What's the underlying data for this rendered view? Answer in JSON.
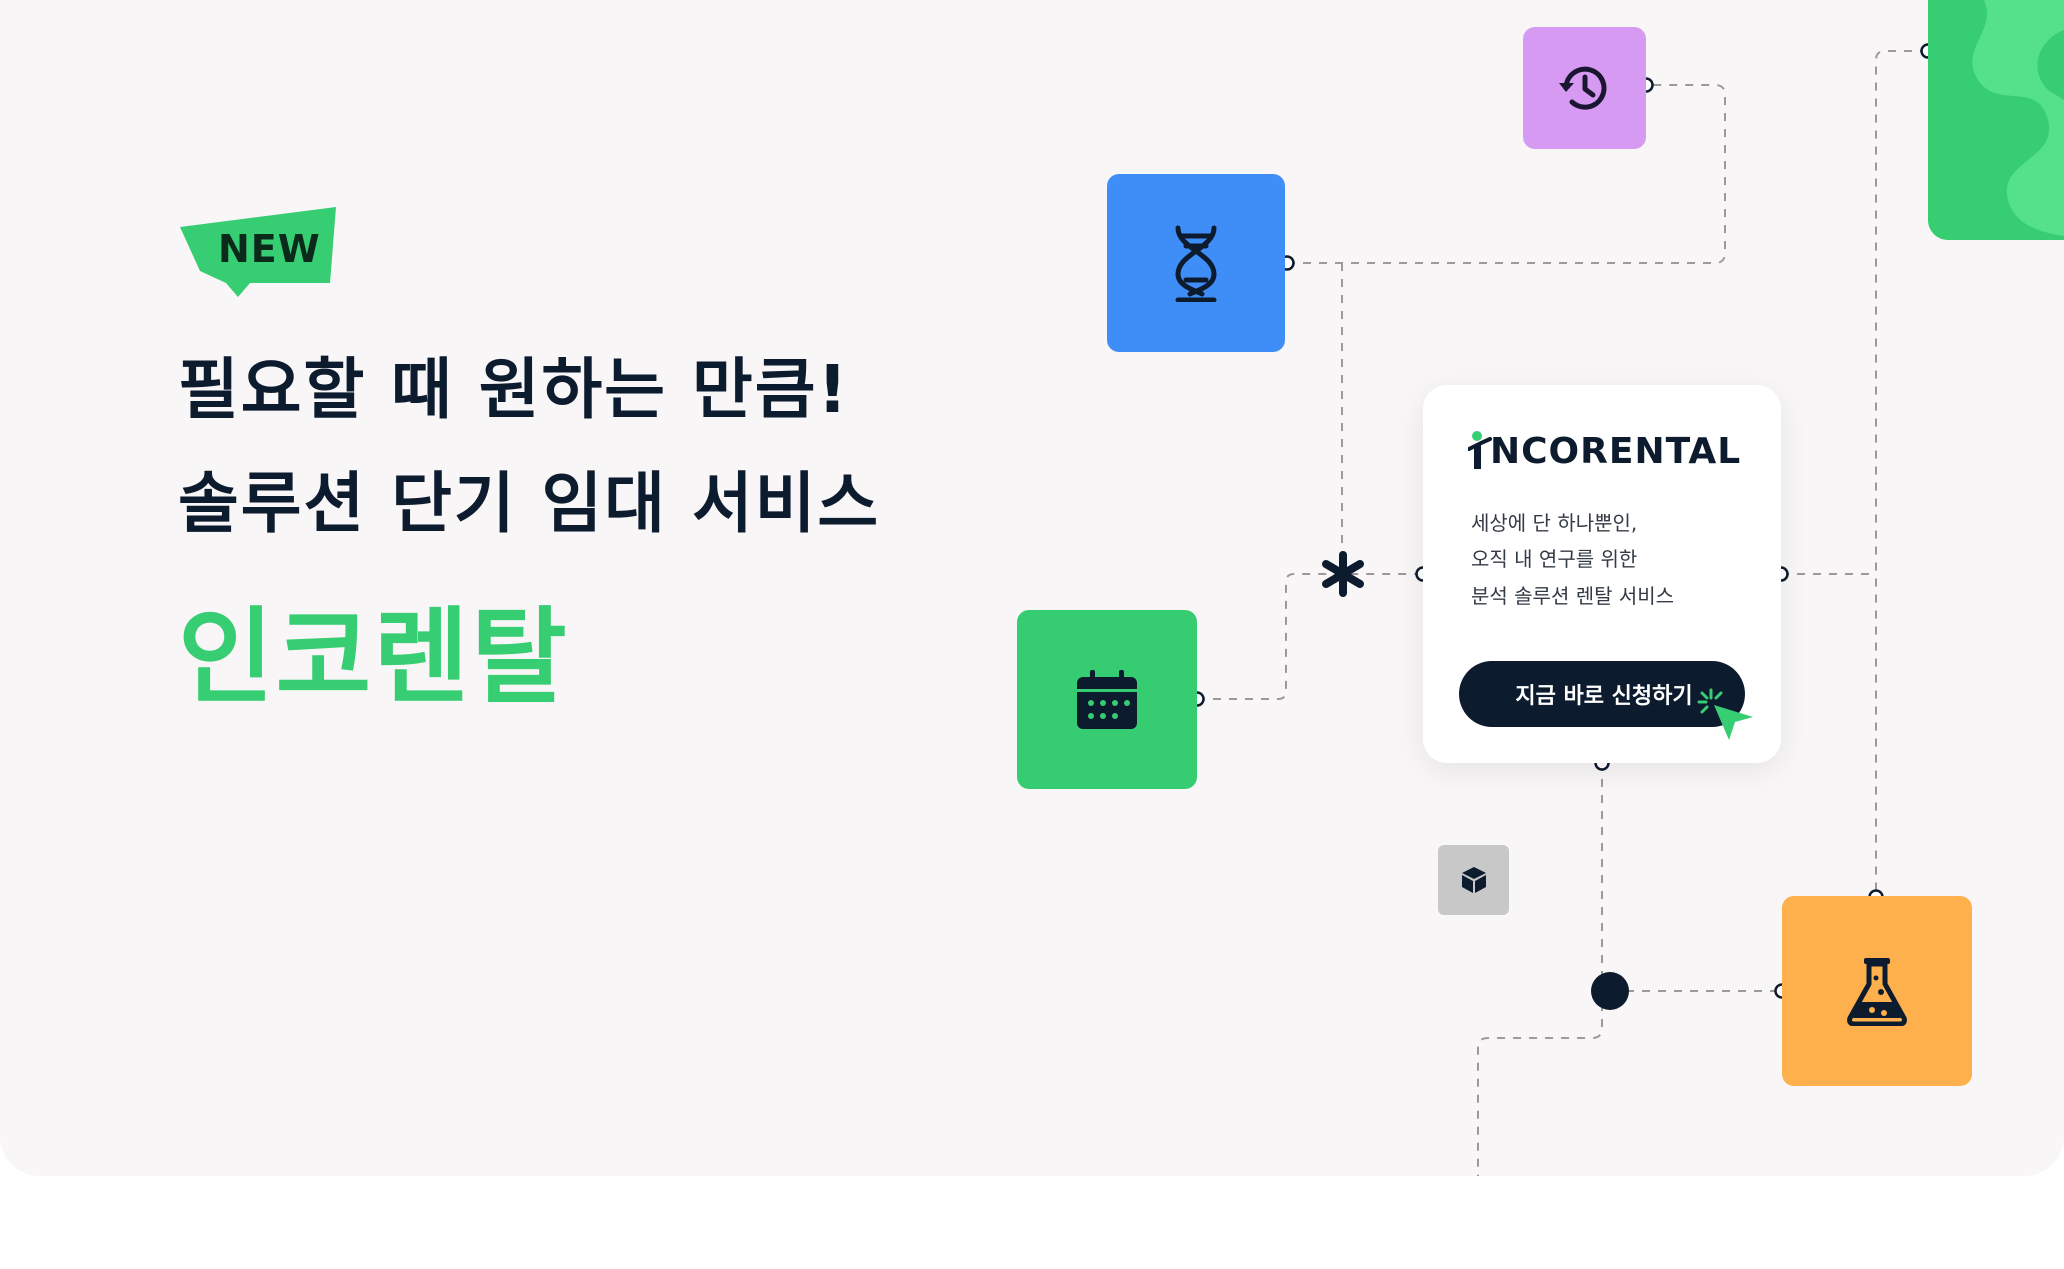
{
  "badge": {
    "label": "NEW"
  },
  "headline": {
    "line1": "필요할 때 원하는 만큼!",
    "line2": "솔루션 단기 임대 서비스"
  },
  "brand": {
    "name": "인코렌탈"
  },
  "card": {
    "logo_text": "NCORENTAL",
    "lines": [
      "세상에 단 하나뿐인,",
      "오직 내 연구를 위한",
      "분석 솔루션 렌탈 서비스"
    ],
    "cta_label": "지금 바로 신청하기"
  },
  "icons": [
    "history-icon",
    "dna-icon",
    "calendar-icon",
    "flask-icon",
    "cube-icon",
    "asterisk-icon",
    "cursor-icon"
  ],
  "colors": {
    "background": "#f8f6f6",
    "navy": "#0d1b2e",
    "green": "#37cd72",
    "blue": "#3f8ef7",
    "purple": "#d79af2",
    "orange": "#fdb04c"
  }
}
